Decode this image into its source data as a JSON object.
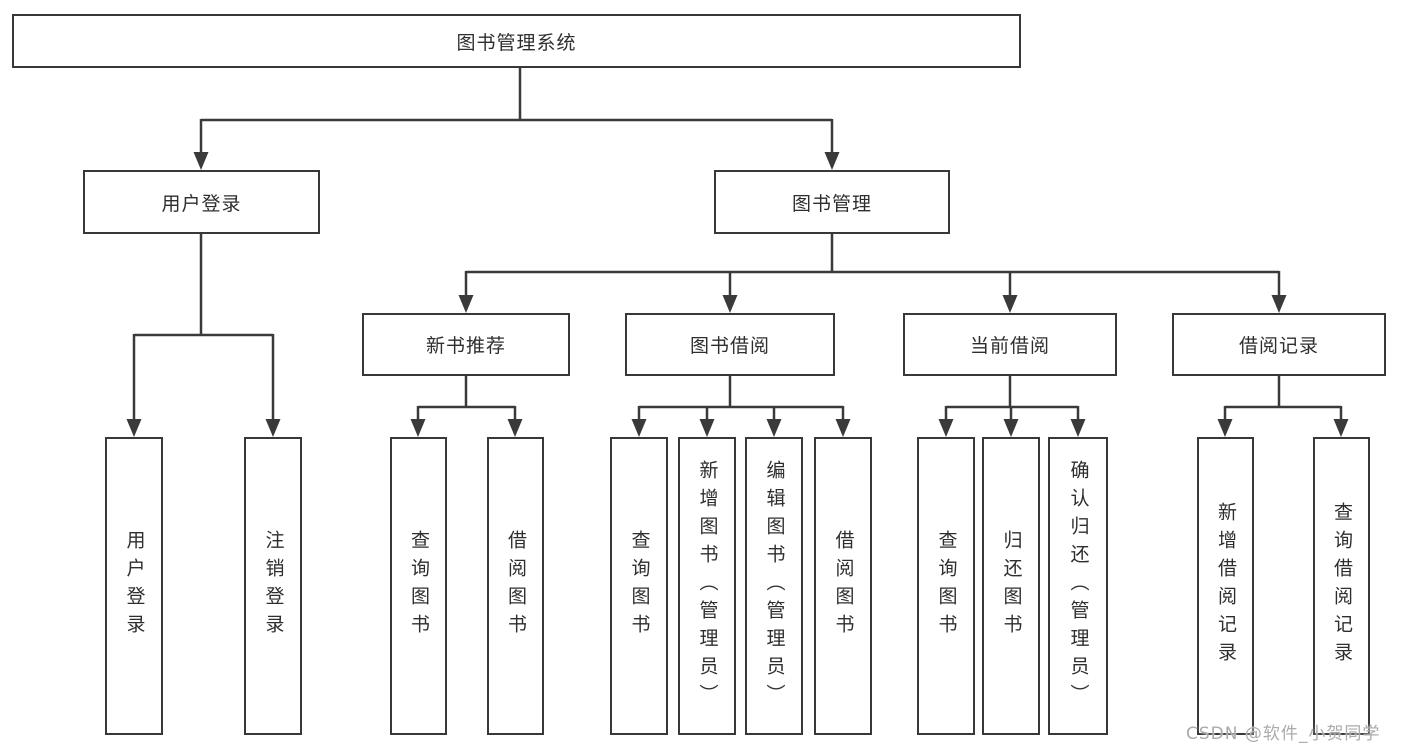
{
  "tree": {
    "root": {
      "label": "图书管理系统",
      "children": [
        {
          "label": "用户登录",
          "children": [
            {
              "label": "用户登录"
            },
            {
              "label": "注销登录"
            }
          ]
        },
        {
          "label": "图书管理",
          "children": [
            {
              "label": "新书推荐",
              "children": [
                {
                  "label": "查询图书"
                },
                {
                  "label": "借阅图书"
                }
              ]
            },
            {
              "label": "图书借阅",
              "children": [
                {
                  "label": "查询图书"
                },
                {
                  "label": "新增图书（管理员）"
                },
                {
                  "label": "编辑图书（管理员）"
                },
                {
                  "label": "借阅图书"
                }
              ]
            },
            {
              "label": "当前借阅",
              "children": [
                {
                  "label": "查询图书"
                },
                {
                  "label": "归还图书"
                },
                {
                  "label": "确认归还（管理员）"
                }
              ]
            },
            {
              "label": "借阅记录",
              "children": [
                {
                  "label": "新增借阅记录"
                },
                {
                  "label": "查询借阅记录"
                }
              ]
            }
          ]
        }
      ]
    }
  },
  "watermark": "CSDN @软件_小贺同学",
  "colors": {
    "line": "#3a3a3a",
    "box_border": "#383838",
    "text": "#2e2e2e",
    "background": "#ffffff",
    "watermark": "#ababab"
  }
}
